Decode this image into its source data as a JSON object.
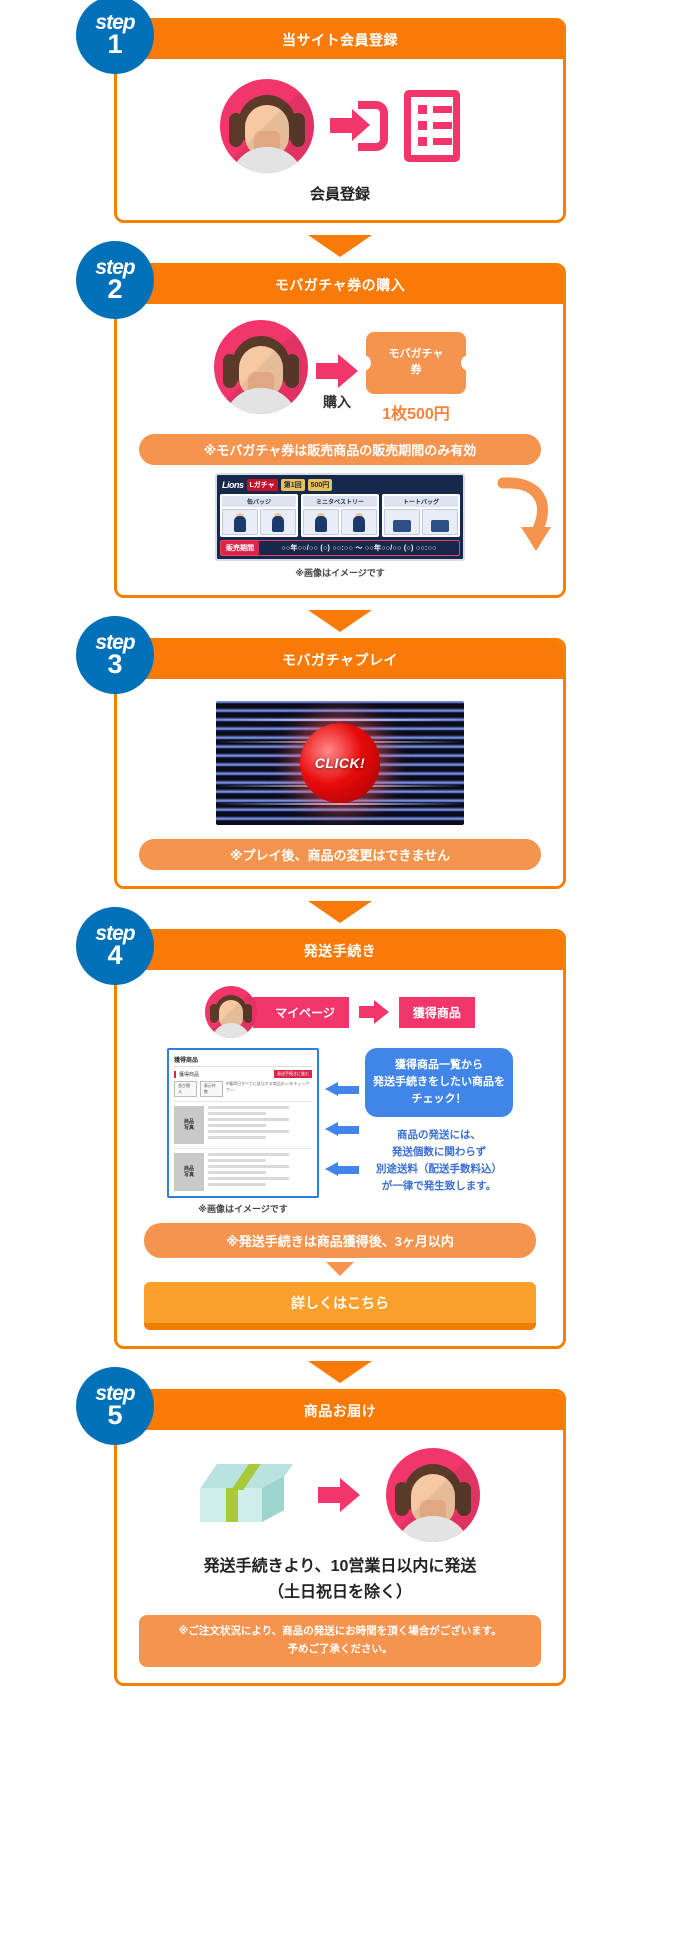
{
  "steps": [
    {
      "badge_word": "step",
      "badge_num": "1",
      "title": "当サイト会員登録",
      "caption": "会員登録"
    },
    {
      "badge_word": "step",
      "badge_num": "2",
      "title": "モバガチャ券の購入",
      "purchase_label": "購入",
      "ticket_label": "モバガチャ\n券",
      "ticket_price": "1枚500円",
      "notice": "※モバガチャ券は販売商品の販売期間のみ有効",
      "promo": {
        "logo": "Lions",
        "tag_title": "Lガチャ",
        "tag_round": "第1回",
        "tag_price": "500円",
        "cards": [
          {
            "name": "缶バッジ"
          },
          {
            "name": "ミニタペストリー"
          },
          {
            "name": "トートバッグ"
          }
        ],
        "sale_label": "販売期間",
        "sale_value": "○○年○○/○○ (○) ○○:○○ ～ ○○年○○/○○ (○) ○○:○○"
      },
      "image_note": "※画像はイメージです"
    },
    {
      "badge_word": "step",
      "badge_num": "3",
      "title": "モバガチャプレイ",
      "click_label": "CLICK!",
      "notice": "※プレイ後、商品の変更はできません"
    },
    {
      "badge_word": "step",
      "badge_num": "4",
      "title": "発送手続き",
      "chip_mypage": "マイページ",
      "chip_goods": "獲得商品",
      "screen": {
        "title": "獲得商品",
        "section": "獲得商品",
        "button": "発送手続きに進む",
        "filter1": "並び替え",
        "filter2": "表示件数",
        "note": "※獲得日すべてに該当する商品の○○をチェックで○○",
        "thumb_label": "商品\n写真"
      },
      "blue_box": "獲得商品一覧から\n発送手続きをしたい商品を\nチェック！",
      "blue_text": "商品の発送には、\n発送個数に関わらず\n別途送料（配送手数料込）\nが一律で発生致します。",
      "image_note": "※画像はイメージです",
      "notice": "※発送手続きは商品獲得後、3ヶ月以内",
      "cta": "詳しくはこちら"
    },
    {
      "badge_word": "step",
      "badge_num": "5",
      "title": "商品お届け",
      "caption": "発送手続きより、10営業日以内に発送\n（土日祝日を除く）",
      "note": "※ご注文状況により、商品の発送にお時間を頂く場合がございます。\n予めご了承ください。"
    }
  ],
  "colors": {
    "orange": "#f97a07",
    "orange_light": "#f5944f",
    "blue": "#0071b9",
    "pink": "#f2366b",
    "blue_accent": "#4285e8",
    "cta": "#fba02c"
  }
}
